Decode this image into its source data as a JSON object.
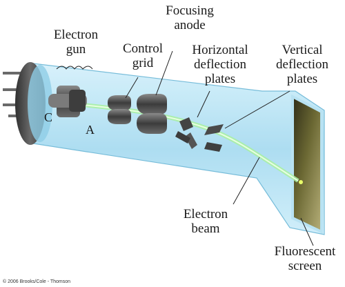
{
  "labels": {
    "focusing_anode": [
      "Focusing",
      "anode"
    ],
    "electron_gun": [
      "Electron",
      "gun"
    ],
    "control_grid": [
      "Control",
      "grid"
    ],
    "horizontal_plates": [
      "Horizontal",
      "deflection",
      "plates"
    ],
    "vertical_plates": [
      "Vertical",
      "deflection",
      "plates"
    ],
    "electron_beam": [
      "Electron",
      "beam"
    ],
    "fluorescent_screen": [
      "Fluorescent",
      "screen"
    ],
    "cathode_letter": "C",
    "anode_letter": "A"
  },
  "credit": "© 2006 Brooks/Cole - Thomson",
  "colors": {
    "tube_glass": "#bfe7f7",
    "tube_edge": "#6fb9d8",
    "screen_dark": "#5d5a2a",
    "beam": "#a8f0a0",
    "metal": "#4a4a4a",
    "endcap": "#555555"
  }
}
